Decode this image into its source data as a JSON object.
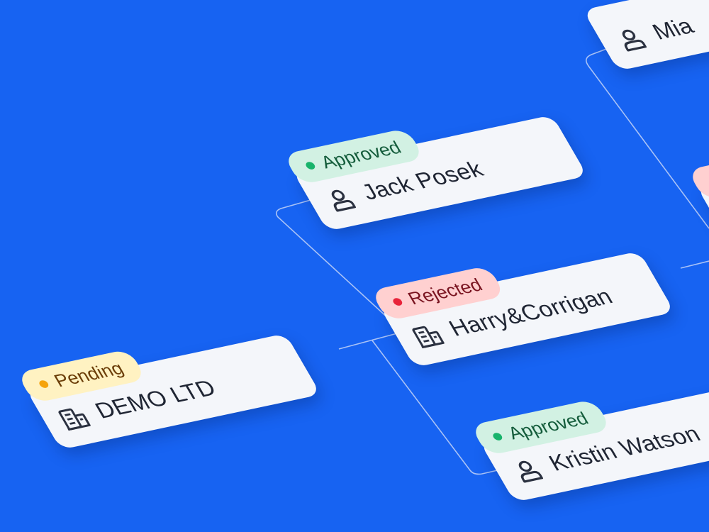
{
  "colors": {
    "background": "#1763f2",
    "card": "#f4f6fa",
    "card_text": "#1f2533",
    "icon": "#2b3140",
    "connector": "#a9c2f6"
  },
  "statuses": {
    "pending": {
      "label": "Pending",
      "bg": "#fff2c2",
      "dot": "#f5a30b",
      "text": "#6b3d07"
    },
    "approved": {
      "label": "Approved",
      "bg": "#d2f1e3",
      "dot": "#18b36b",
      "text": "#145c3b"
    },
    "rejected": {
      "label": "Rejected",
      "bg": "#ffd0d0",
      "dot": "#e8243a",
      "text": "#7a1420"
    }
  },
  "nodes": [
    {
      "id": "demo-ltd",
      "name": "DEMO LTD",
      "kind": "company",
      "icon": "building-icon",
      "status": "pending"
    },
    {
      "id": "jack-posek",
      "name": "Jack Posek",
      "kind": "person",
      "icon": "person-icon",
      "status": "approved"
    },
    {
      "id": "harry-corrigan",
      "name": "Harry&Corrigan",
      "kind": "company",
      "icon": "building-icon",
      "status": "rejected"
    },
    {
      "id": "kristin-watson",
      "name": "Kristin Watson",
      "kind": "person",
      "icon": "person-icon",
      "status": "approved"
    },
    {
      "id": "mia",
      "name": "Mia",
      "kind": "person",
      "icon": "person-icon",
      "status": ""
    },
    {
      "id": "unnamed-node",
      "name": "",
      "kind": "person",
      "icon": "",
      "status": "rejected"
    }
  ],
  "edges": [
    {
      "from": "demo-ltd",
      "to": "jack-posek"
    },
    {
      "from": "demo-ltd",
      "to": "harry-corrigan"
    },
    {
      "from": "demo-ltd",
      "to": "kristin-watson"
    },
    {
      "from": "harry-corrigan",
      "to": "mia"
    },
    {
      "from": "harry-corrigan",
      "to": "unnamed-node"
    }
  ]
}
